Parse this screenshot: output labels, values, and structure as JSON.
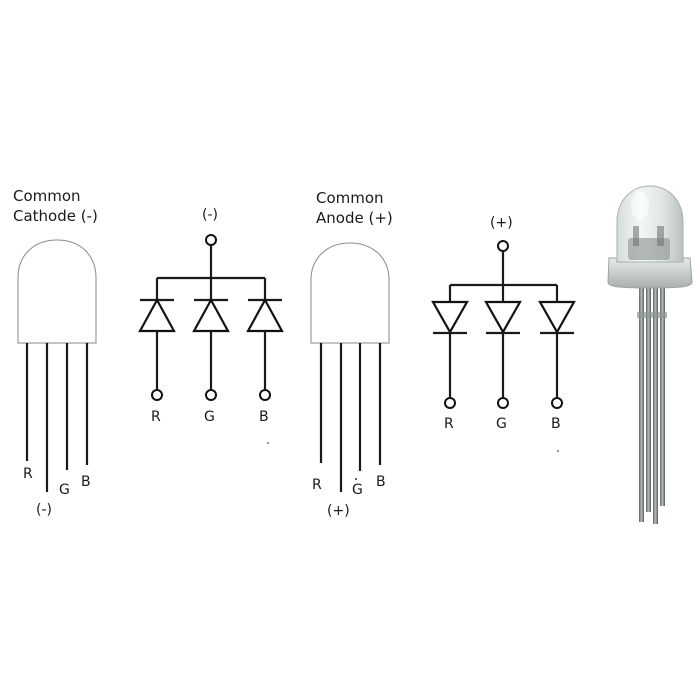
{
  "cathode": {
    "title_line1": "Common",
    "title_line2": "Cathode (-)",
    "pins": {
      "r": "R",
      "common": "(-)",
      "g": "G",
      "b": "B"
    },
    "schematic": {
      "common_label": "(-)",
      "pins": {
        "r": "R",
        "g": "G",
        "b": "B"
      }
    }
  },
  "anode": {
    "title_line1": "Common",
    "title_line2": "Anode (+)",
    "pins": {
      "r": "R",
      "common": "(+)",
      "g": "G",
      "b": "B"
    },
    "schematic": {
      "common_label": "(+)",
      "pins": {
        "r": "R",
        "g": "G",
        "b": "B"
      }
    }
  },
  "photo": {
    "icon": "rgb-led-photo-icon"
  }
}
